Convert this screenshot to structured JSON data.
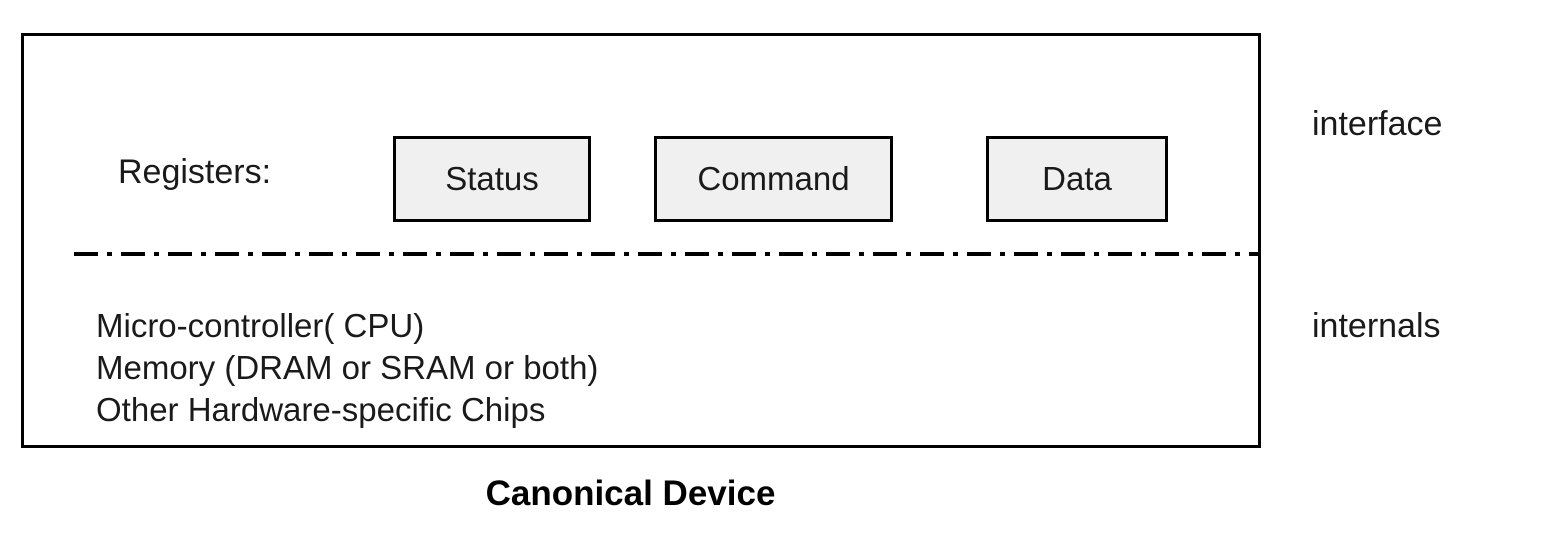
{
  "diagram": {
    "caption": "Canonical Device",
    "registers_label": "Registers:",
    "registers": [
      {
        "name": "status-register",
        "label": "Status"
      },
      {
        "name": "command-register",
        "label": "Command"
      },
      {
        "name": "data-register",
        "label": "Data"
      }
    ],
    "internals": [
      "Micro-controller( CPU)",
      "Memory (DRAM or SRAM or both)",
      "Other Hardware-specific Chips"
    ],
    "side_labels": {
      "interface": "interface",
      "internals": "internals"
    },
    "colors": {
      "background": "#ffffff",
      "outline": "#000000",
      "register_fill": "#f0f0f0",
      "text": "#1a1a1a",
      "divider": "#000000"
    }
  }
}
